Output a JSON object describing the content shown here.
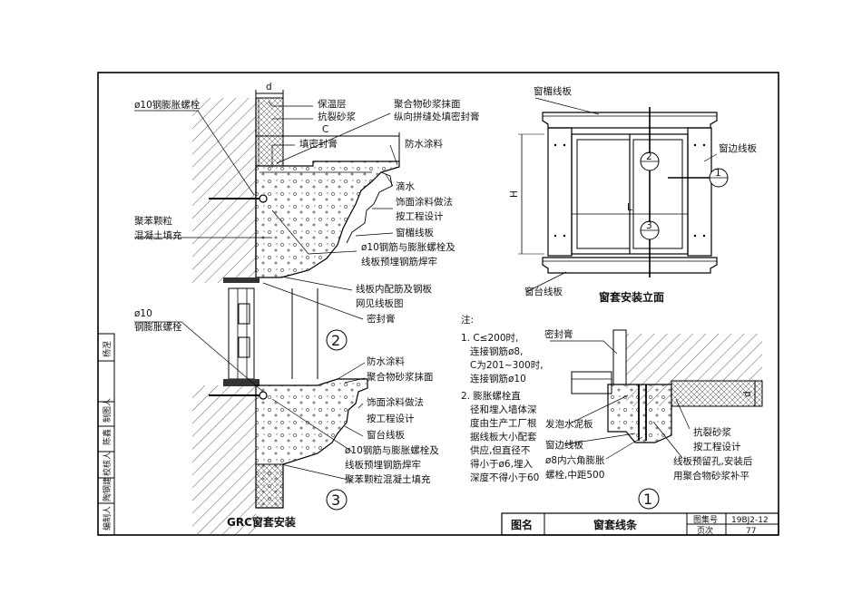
{
  "labels": {
    "bolt_top": "ø10钢膨胀螺栓",
    "dim_d": "d",
    "insulation": "保温层",
    "anti_crack": "抗裂砂浆",
    "polymer_top": "聚合物砂浆抹面",
    "joint_seal": "纵向拼缝处填密封膏",
    "dim_c": "C",
    "waterproof": "防水涂料",
    "fill_sealant": "填密封膏",
    "drip": "滴水",
    "finish_coat": "饰面涂料做法",
    "per_design": "按工程设计",
    "lintel_board": "窗楣线板",
    "eps_fill_1": "聚苯颗粒",
    "eps_fill_2": "混凝土填充",
    "rebar_weld_1": "ø10钢筋与膨胀螺栓及",
    "rebar_weld_2": "线板预埋钢筋焊牢",
    "board_rebar_1": "线板内配筋及钢板",
    "board_rebar_2": "网见线板图",
    "sealant": "密封膏",
    "bolt_mid_1": "ø10",
    "bolt_mid_2": "钢膨胀螺栓",
    "waterproof_2": "防水涂料",
    "polymer_2": "聚合物砂浆抹面",
    "finish_coat_2": "饰面涂料做法",
    "per_design_2": "按工程设计",
    "sill_board": "窗台线板",
    "rebar_weld_3": "ø10钢筋与膨胀螺栓及",
    "rebar_weld_4": "线板预埋钢筋焊牢",
    "eps_fill_3": "聚苯颗粒混凝土填充",
    "grc_title": "GRC窗套安装",
    "elev_lintel": "窗楣线板",
    "elev_side": "窗边线板",
    "elev_sill": "窗台线板",
    "dim_h": "H",
    "dim_l": "L",
    "elev_title": "窗套安装立面",
    "det_sealant": "密封膏",
    "det_foam": "发泡水泥板",
    "det_side": "窗边线板",
    "det_bolt_1": "ø8内六角膨胀",
    "det_bolt_2": "螺栓,中距500",
    "det_anticrack_1": "抗裂砂浆",
    "det_anticrack_2": "按工程设计",
    "det_hole_1": "线板预留孔,安装后",
    "det_hole_2": "用聚合物砂浆补平",
    "det_d": "d"
  },
  "callouts": {
    "one": "1",
    "two": "2",
    "three": "3"
  },
  "notes": [
    "注:",
    "1. C≤200时,",
    "连接钢筋ø8,",
    "C为201~300时,",
    "连接钢筋ø10",
    "2. 膨胀螺栓直",
    "径和埋入墙体深",
    "度由生产工厂根",
    "据线板大小配套",
    "供应,但直径不",
    "得小于ø6,埋入",
    "深度不得小于60"
  ],
  "title_block": {
    "label": "图名",
    "name": "窗套线条",
    "atlas_label": "图集号",
    "atlas_no": "19BJ2-12",
    "page_label": "页次",
    "page_no": "77"
  },
  "sign_strip": [
    "编制人",
    "陶钢建",
    "校核人",
    "陈鑫",
    "制图人",
    "杨涅"
  ]
}
